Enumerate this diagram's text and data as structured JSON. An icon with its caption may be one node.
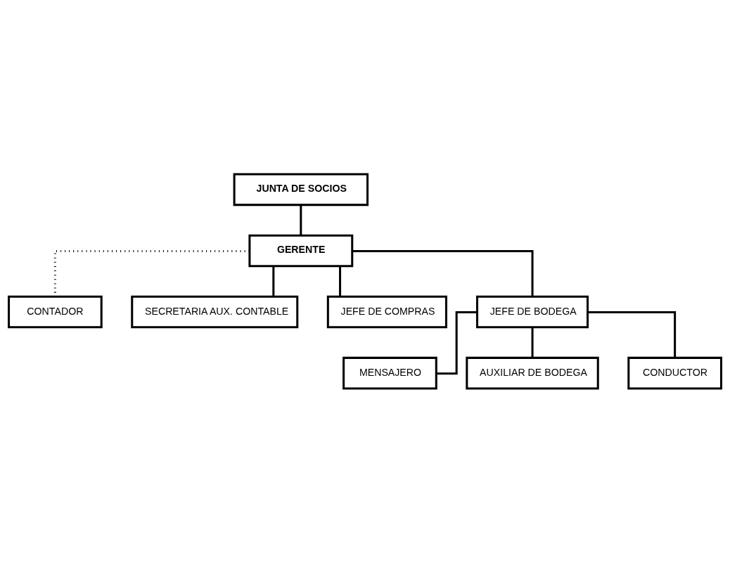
{
  "diagram": {
    "nodes": [
      {
        "text": [
          "JUNTA DE SOCIOS"
        ]
      },
      {
        "text": [
          "GERENTE"
        ]
      },
      {
        "text": [
          "CONTADOR"
        ]
      },
      {
        "text": [
          "SECRETARIA AUX. CONTABLE"
        ]
      },
      {
        "text": [
          "JEFE DE COMPRAS"
        ]
      },
      {
        "text": [
          "JEFE DE BODEGA"
        ]
      },
      {
        "text": [
          "MENSAJERO"
        ]
      },
      {
        "text": [
          "AUXILIAR DE BODEGA"
        ]
      },
      {
        "text": [
          "CONDUCTOR"
        ]
      }
    ],
    "edges": [
      {
        "from": 0,
        "to": 1,
        "arrow": "none"
      },
      {
        "from": 1,
        "to": 2,
        "arrow": "none",
        "style": "dashed"
      },
      {
        "from": 1,
        "to": 3,
        "arrow": "none"
      },
      {
        "from": 1,
        "to": 4,
        "arrow": "none"
      },
      {
        "from": 1,
        "to": 5,
        "arrow": "none"
      },
      {
        "from": 5,
        "to": 6,
        "arrow": "none"
      },
      {
        "from": 5,
        "to": 7,
        "arrow": "none"
      },
      {
        "from": 5,
        "to": 8,
        "arrow": "none"
      }
    ]
  }
}
